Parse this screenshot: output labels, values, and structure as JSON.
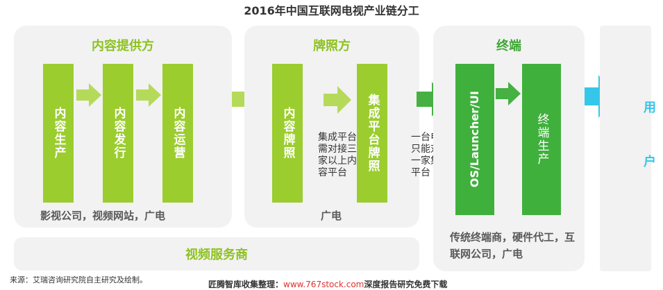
{
  "title": "2016年中国互联网电视产业链分工",
  "colors": {
    "light_green": "#9bcd2f",
    "green": "#3fb03c",
    "cyan": "#36c6ea",
    "panel": "#f2f2f2"
  },
  "content_provider": {
    "title": "内容提供方",
    "steps": [
      "内容生产",
      "内容发行",
      "内容运营"
    ],
    "caption": "影视公司，视频网站，广电"
  },
  "license": {
    "title": "牌照方",
    "steps": [
      "内容牌照",
      "集成平台牌照"
    ],
    "note": "集成平台需对接三家以上内容平台",
    "caption": "广电"
  },
  "middle_note": "一台电视只能对接一家集成平台",
  "terminal": {
    "title": "终端",
    "steps": [
      "OS/Launcher/UI",
      "终端生产"
    ],
    "caption": "传统终端商，硬件代工，互联网公司，广电"
  },
  "user": {
    "label": "用户"
  },
  "video_service": {
    "label": "视频服务商"
  },
  "source": "来源：艾瑞咨询研究院自主研究及绘制。",
  "footer": {
    "prefix": "匠腾智库收集整理：",
    "url": "www.767stock.com",
    "suffix": "深度报告研究免费下载"
  }
}
